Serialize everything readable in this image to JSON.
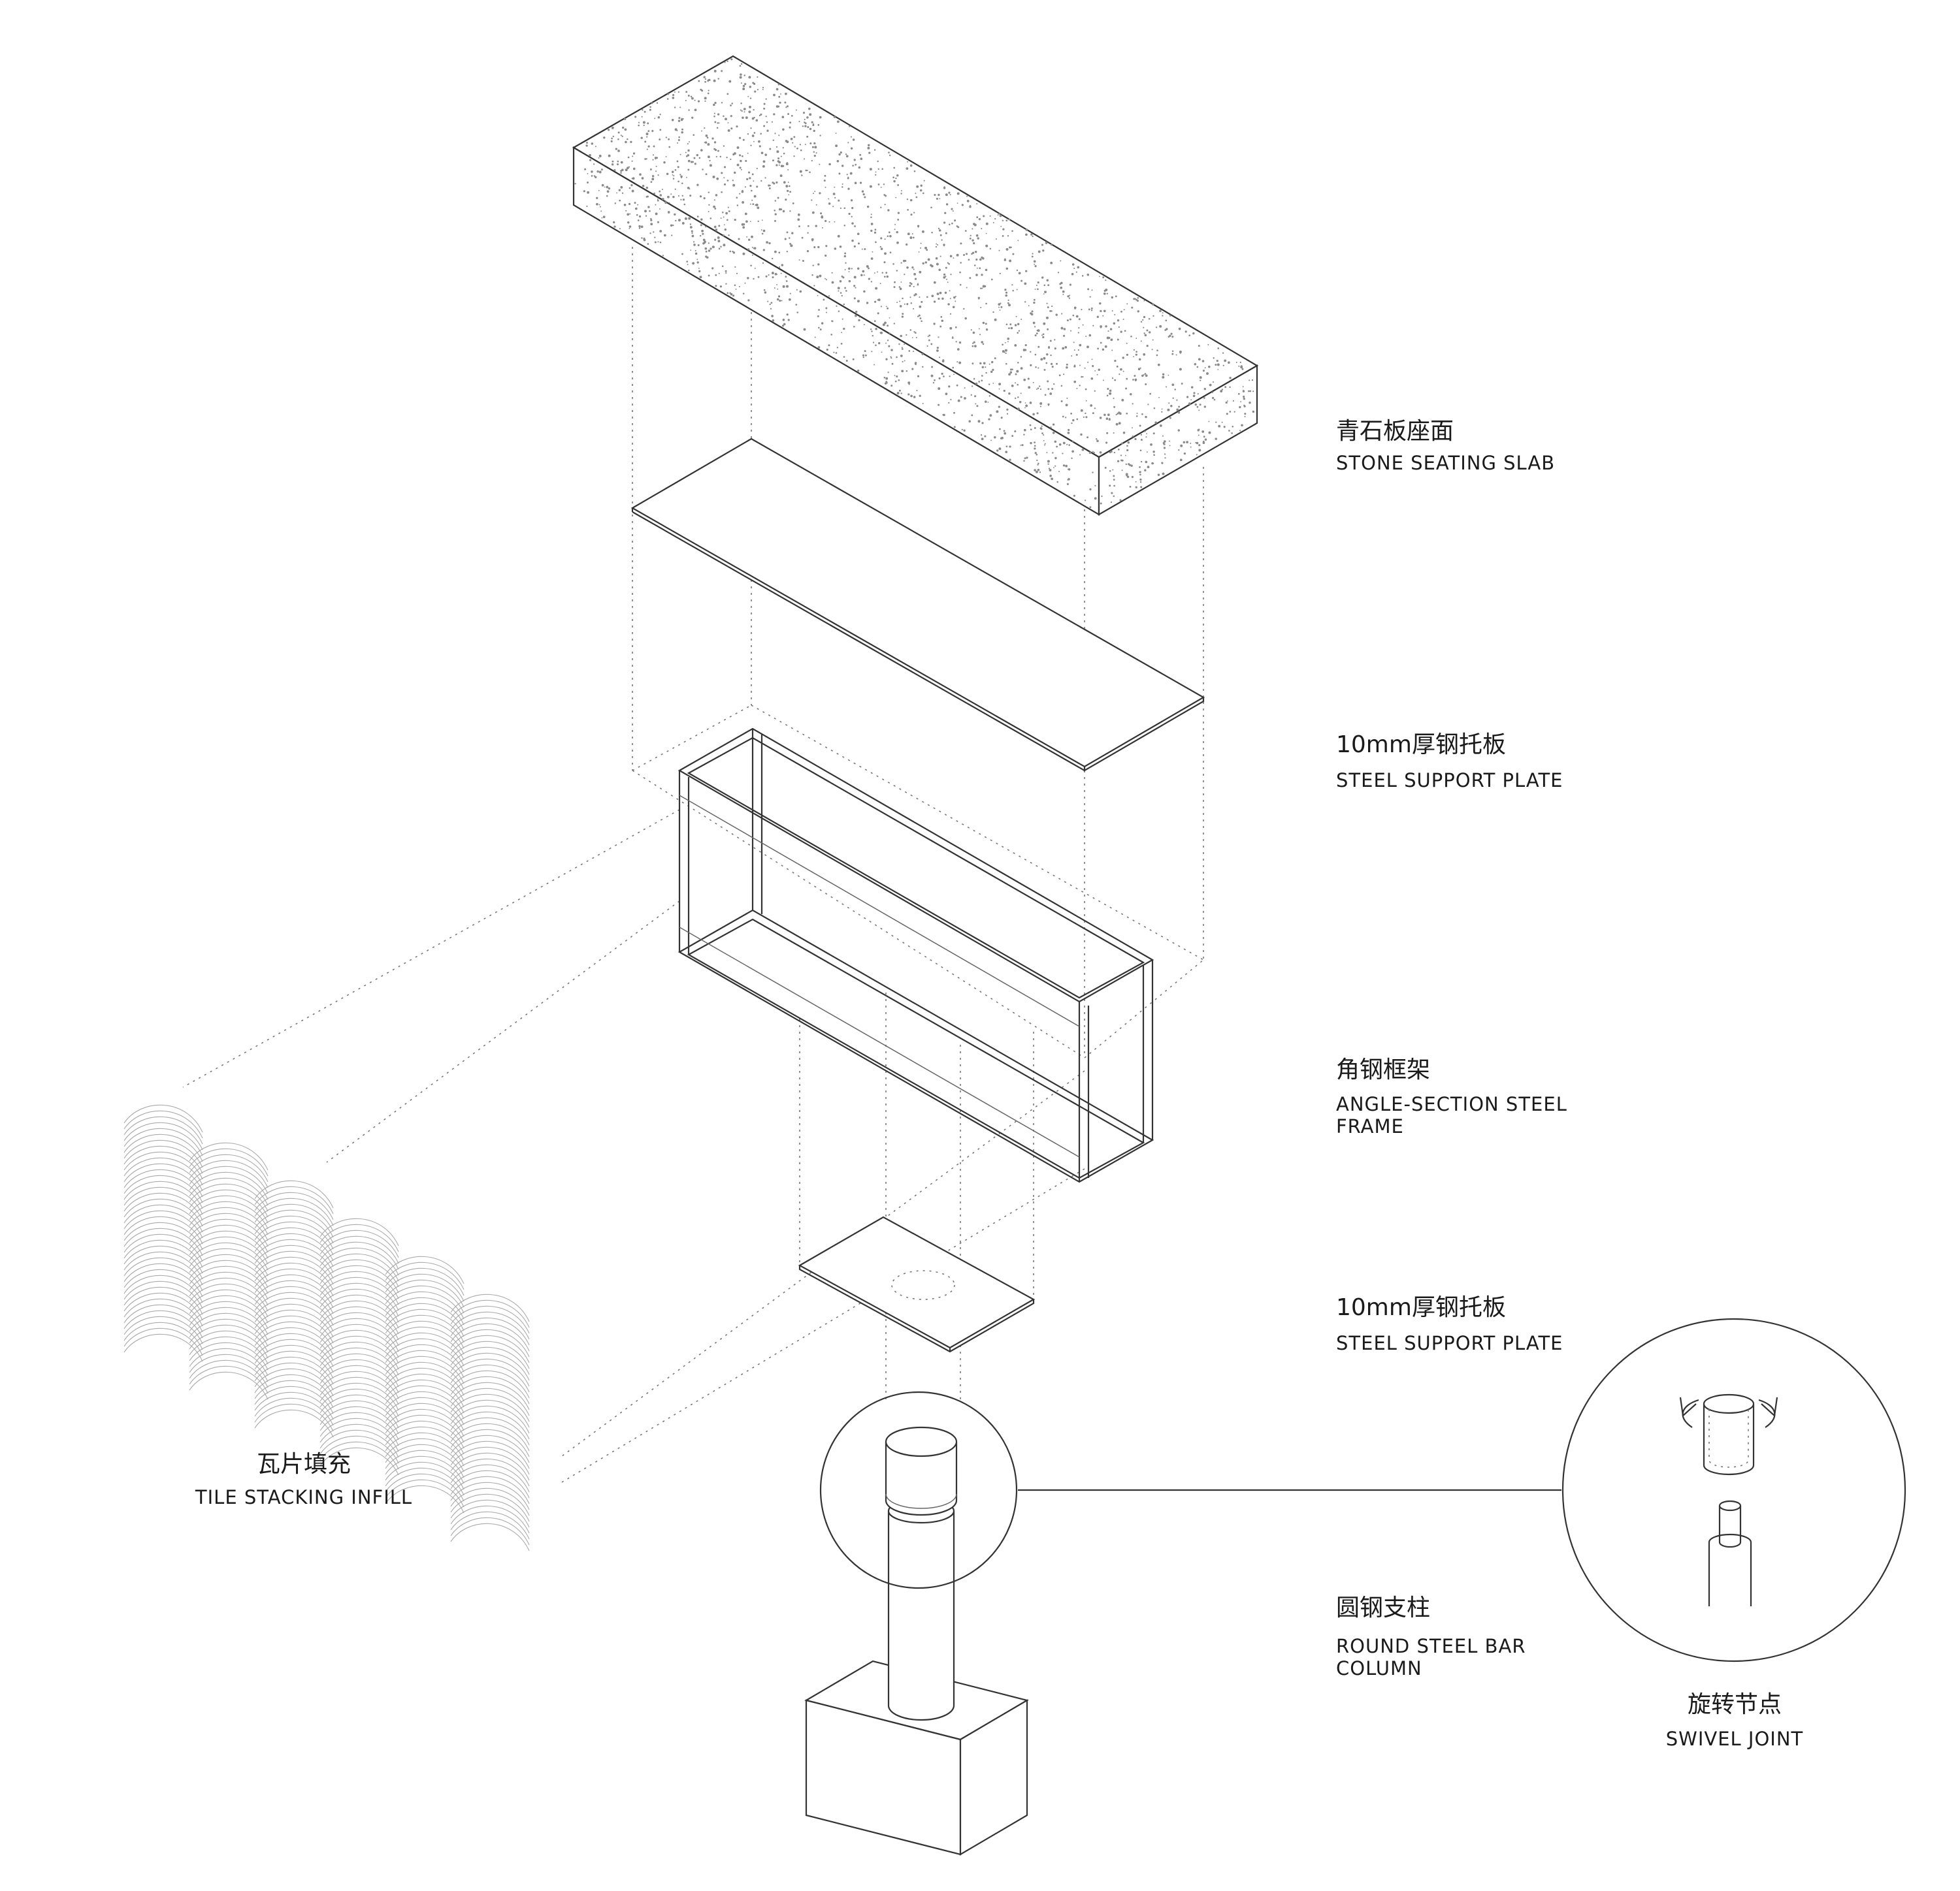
{
  "components": {
    "stone_slab": {
      "label_zh": "青石板座面",
      "label_en": "STONE SEATING SLAB"
    },
    "top_plate": {
      "label_zh": "10mm厚钢托板",
      "label_en": "STEEL SUPPORT PLATE"
    },
    "steel_frame": {
      "label_zh": "角钢框架",
      "label_en_line1": "ANGLE-SECTION STEEL",
      "label_en_line2": "FRAME"
    },
    "bottom_plate": {
      "label_zh": "10mm厚钢托板",
      "label_en": "STEEL SUPPORT PLATE"
    },
    "tile_infill": {
      "label_zh": "瓦片填充",
      "label_en": "TILE STACKING INFILL"
    },
    "column": {
      "label_zh": "圆钢支柱",
      "label_en_line1": "ROUND STEEL BAR",
      "label_en_line2": "COLUMN"
    },
    "swivel_joint": {
      "label_zh": "旋转节点",
      "label_en": "SWIVEL JOINT"
    }
  },
  "colors": {
    "line": "#333333",
    "dotted": "#777777",
    "tile": "#aaaaaa",
    "background": "#ffffff"
  }
}
